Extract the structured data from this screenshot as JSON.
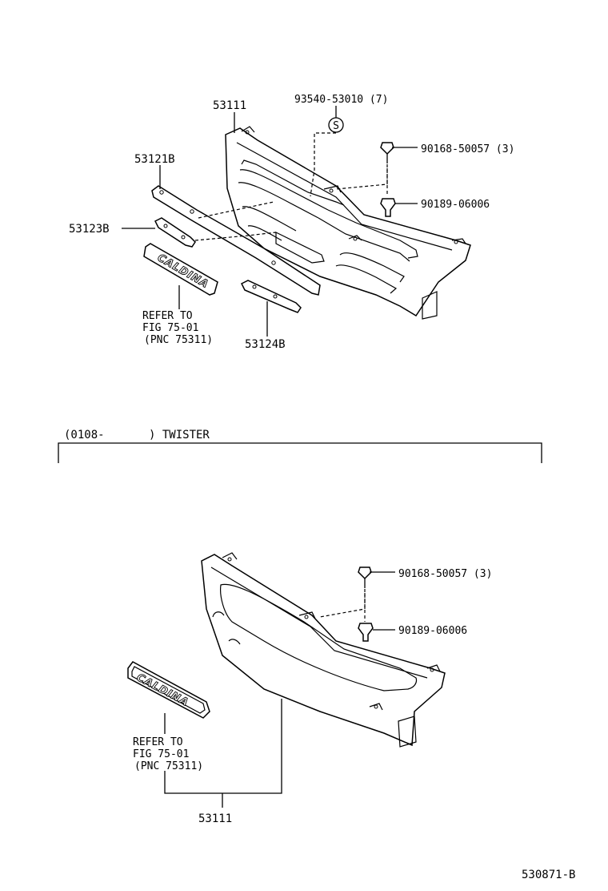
{
  "upper": {
    "grille_part": "53111",
    "clip_part": "93540-53010 (7)",
    "clip_symbol": "S",
    "screw_part": "90168-50057 (3)",
    "nut_part": "90189-06006",
    "moulding_upper_part": "53121B",
    "moulding_lower_part": "53123B",
    "moulding_right_part": "53124B",
    "emblem_text": "CALDINA",
    "refer_line1": "REFER TO",
    "refer_line2": "FIG 75-01",
    "refer_line3": "(PNC 75311)"
  },
  "section": {
    "code": "(0108-",
    "name": ") TWISTER"
  },
  "lower": {
    "screw_part": "90168-50057 (3)",
    "nut_part": "90189-06006",
    "emblem_text": "CALDINA",
    "refer_line1": "REFER TO",
    "refer_line2": "FIG 75-01",
    "refer_line3": "(PNC 75311)",
    "grille_part": "53111"
  },
  "footer": {
    "figure_code": "530871-B"
  }
}
